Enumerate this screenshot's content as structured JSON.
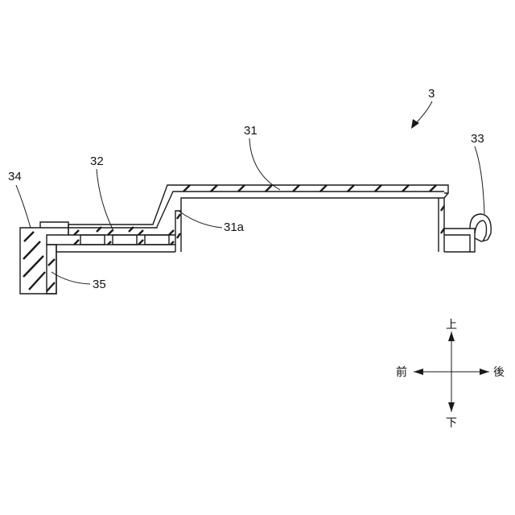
{
  "figure": {
    "labels": {
      "assembly": "3",
      "part_31": "31",
      "part_31a": "31a",
      "part_32": "32",
      "part_33": "33",
      "part_34": "34",
      "part_35": "35"
    },
    "directions": {
      "up": "上",
      "down": "下",
      "front": "前",
      "rear": "後"
    }
  }
}
